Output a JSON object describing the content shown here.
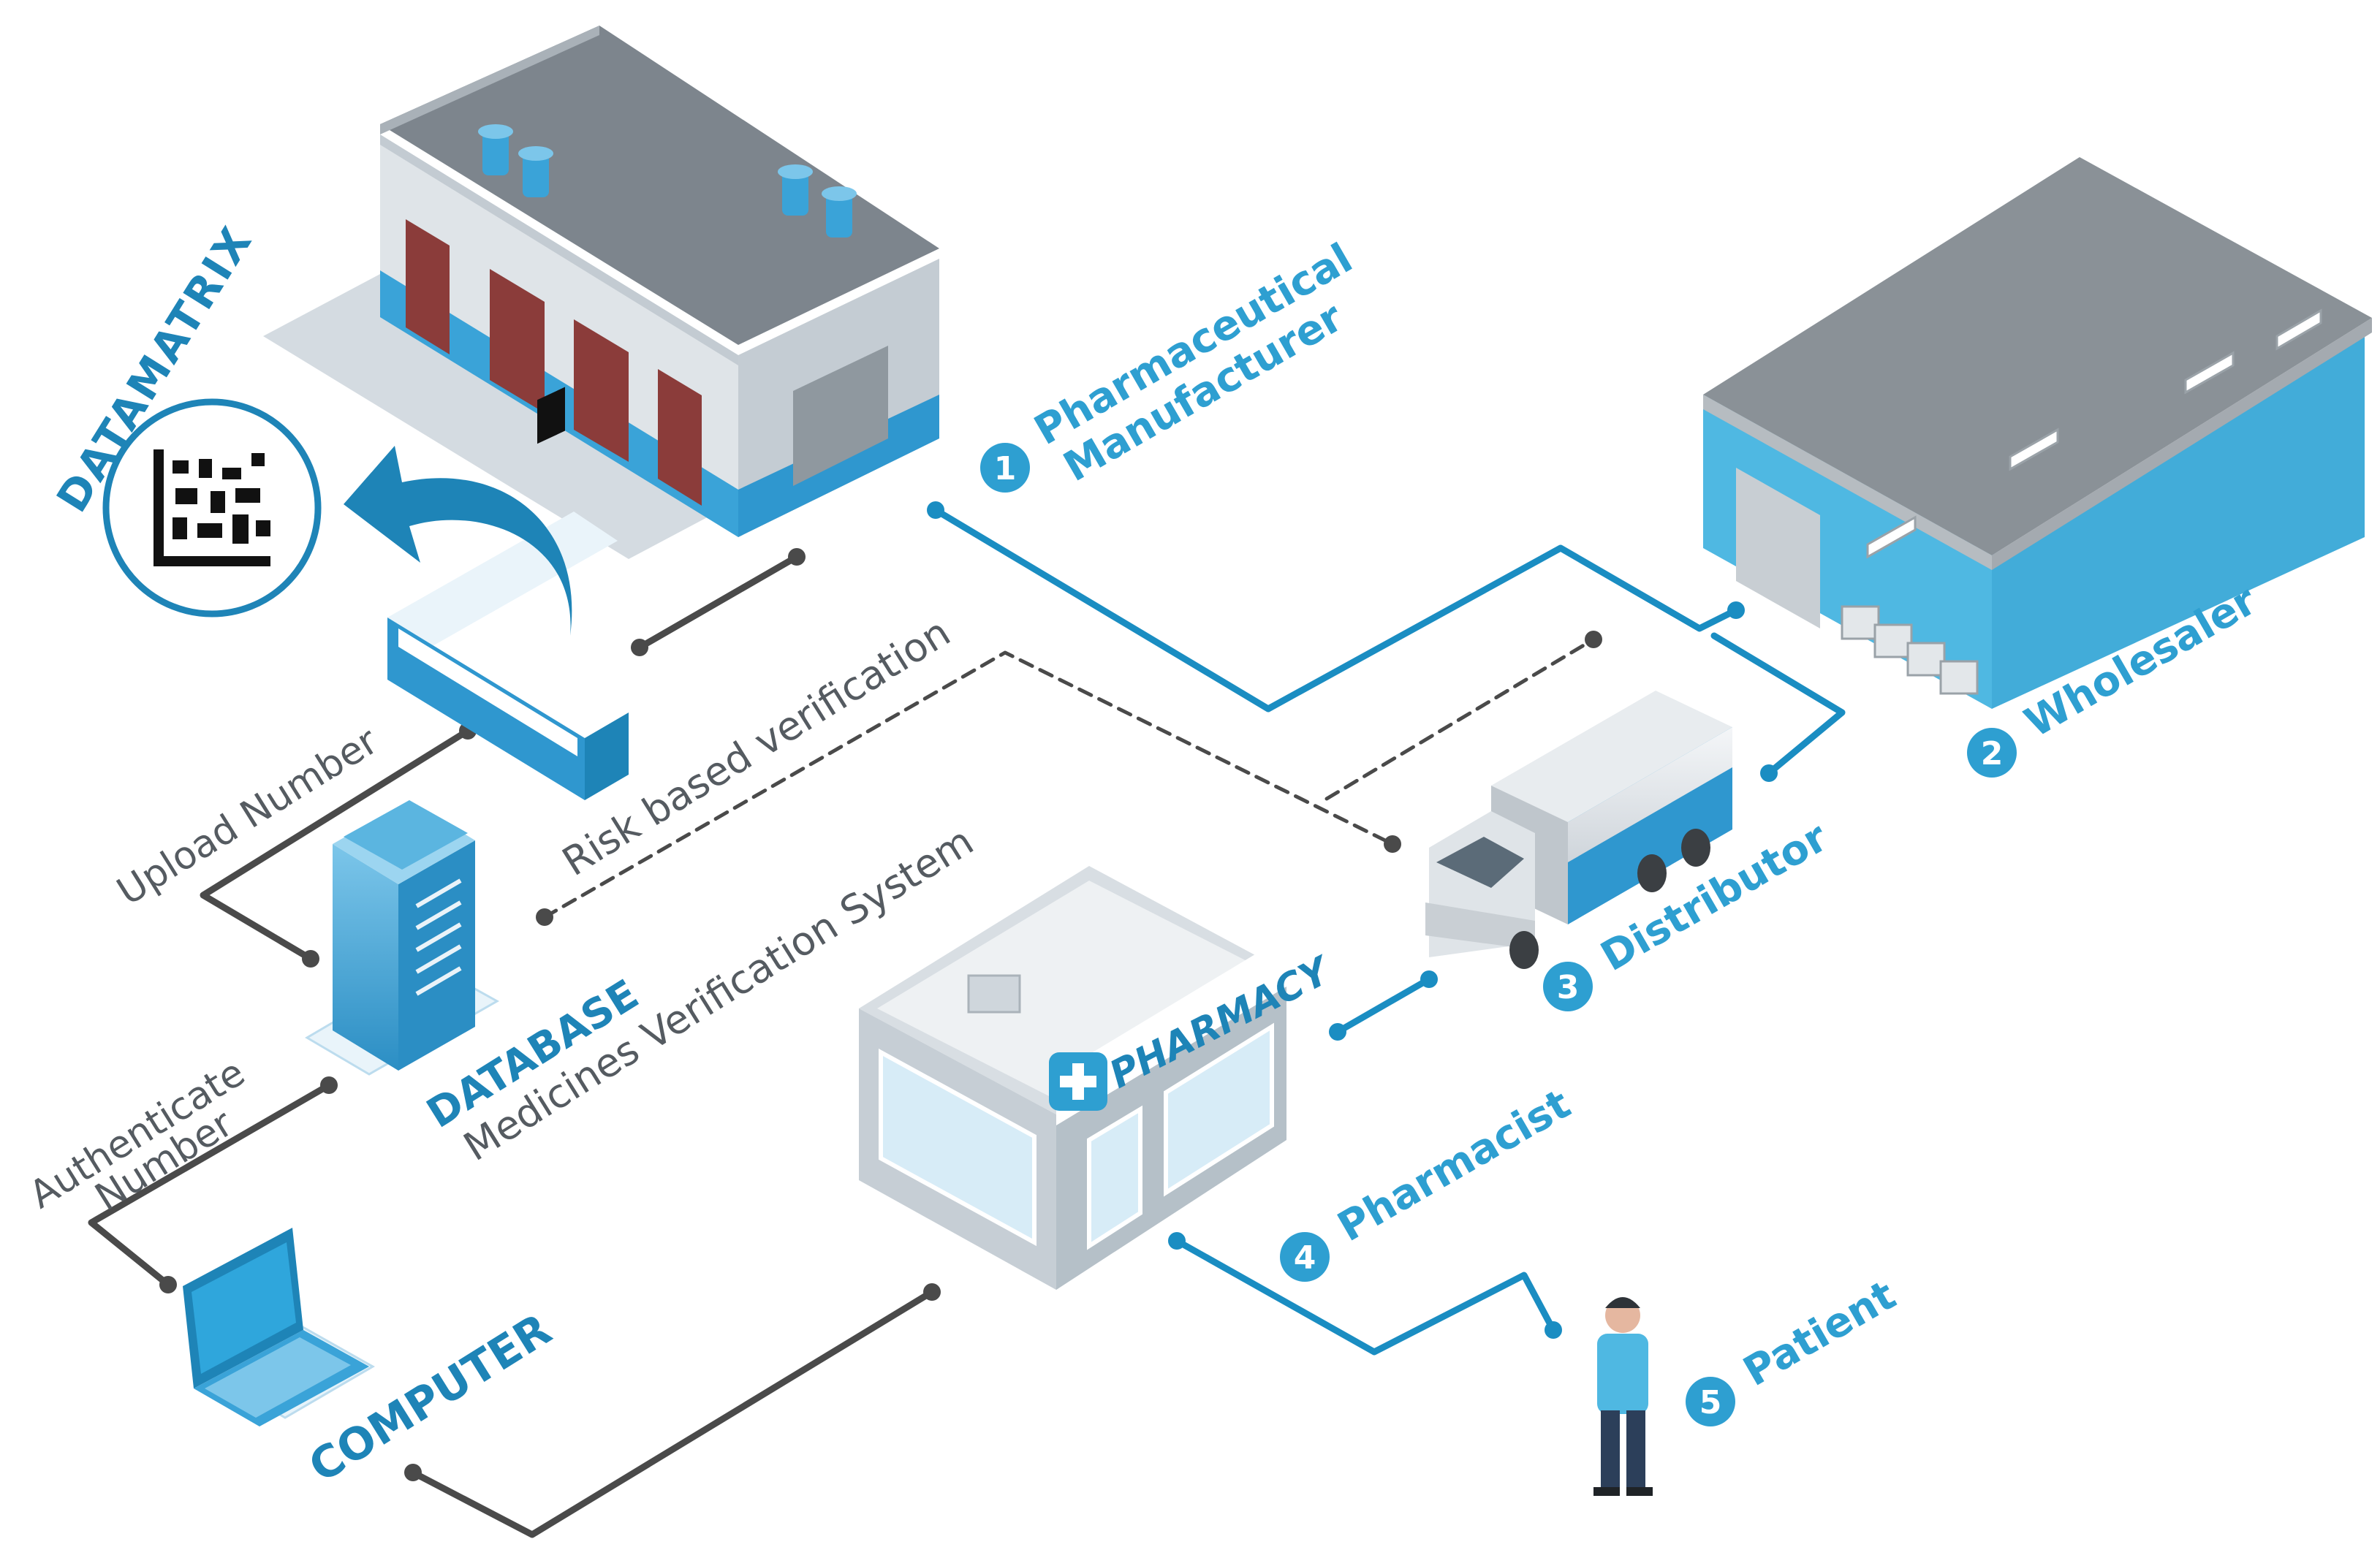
{
  "stages": [
    {
      "number": "1",
      "line1": "Pharmaceutical",
      "line2": "Manufacturer"
    },
    {
      "number": "2",
      "line1": "Wholesaler"
    },
    {
      "number": "3",
      "line1": "Distributor"
    },
    {
      "number": "4",
      "line1": "Pharmacist"
    },
    {
      "number": "5",
      "line1": "Patient"
    }
  ],
  "labels": {
    "datamatrix": "DATAMATRIX",
    "upload_number": "Upload Number",
    "risk_based": "Risk based verification",
    "mvs": "Medicines Verification System",
    "database": "DATABASE",
    "authenticate": "Authenticate",
    "number": "Number",
    "computer": "COMPUTER",
    "pharmacy_sign": "PHARMACY"
  },
  "colors": {
    "accent": "#1e9ad6",
    "line_blue": "#1a8dc2",
    "line_gray": "#4a4a4a",
    "text_gray": "#555b61"
  }
}
